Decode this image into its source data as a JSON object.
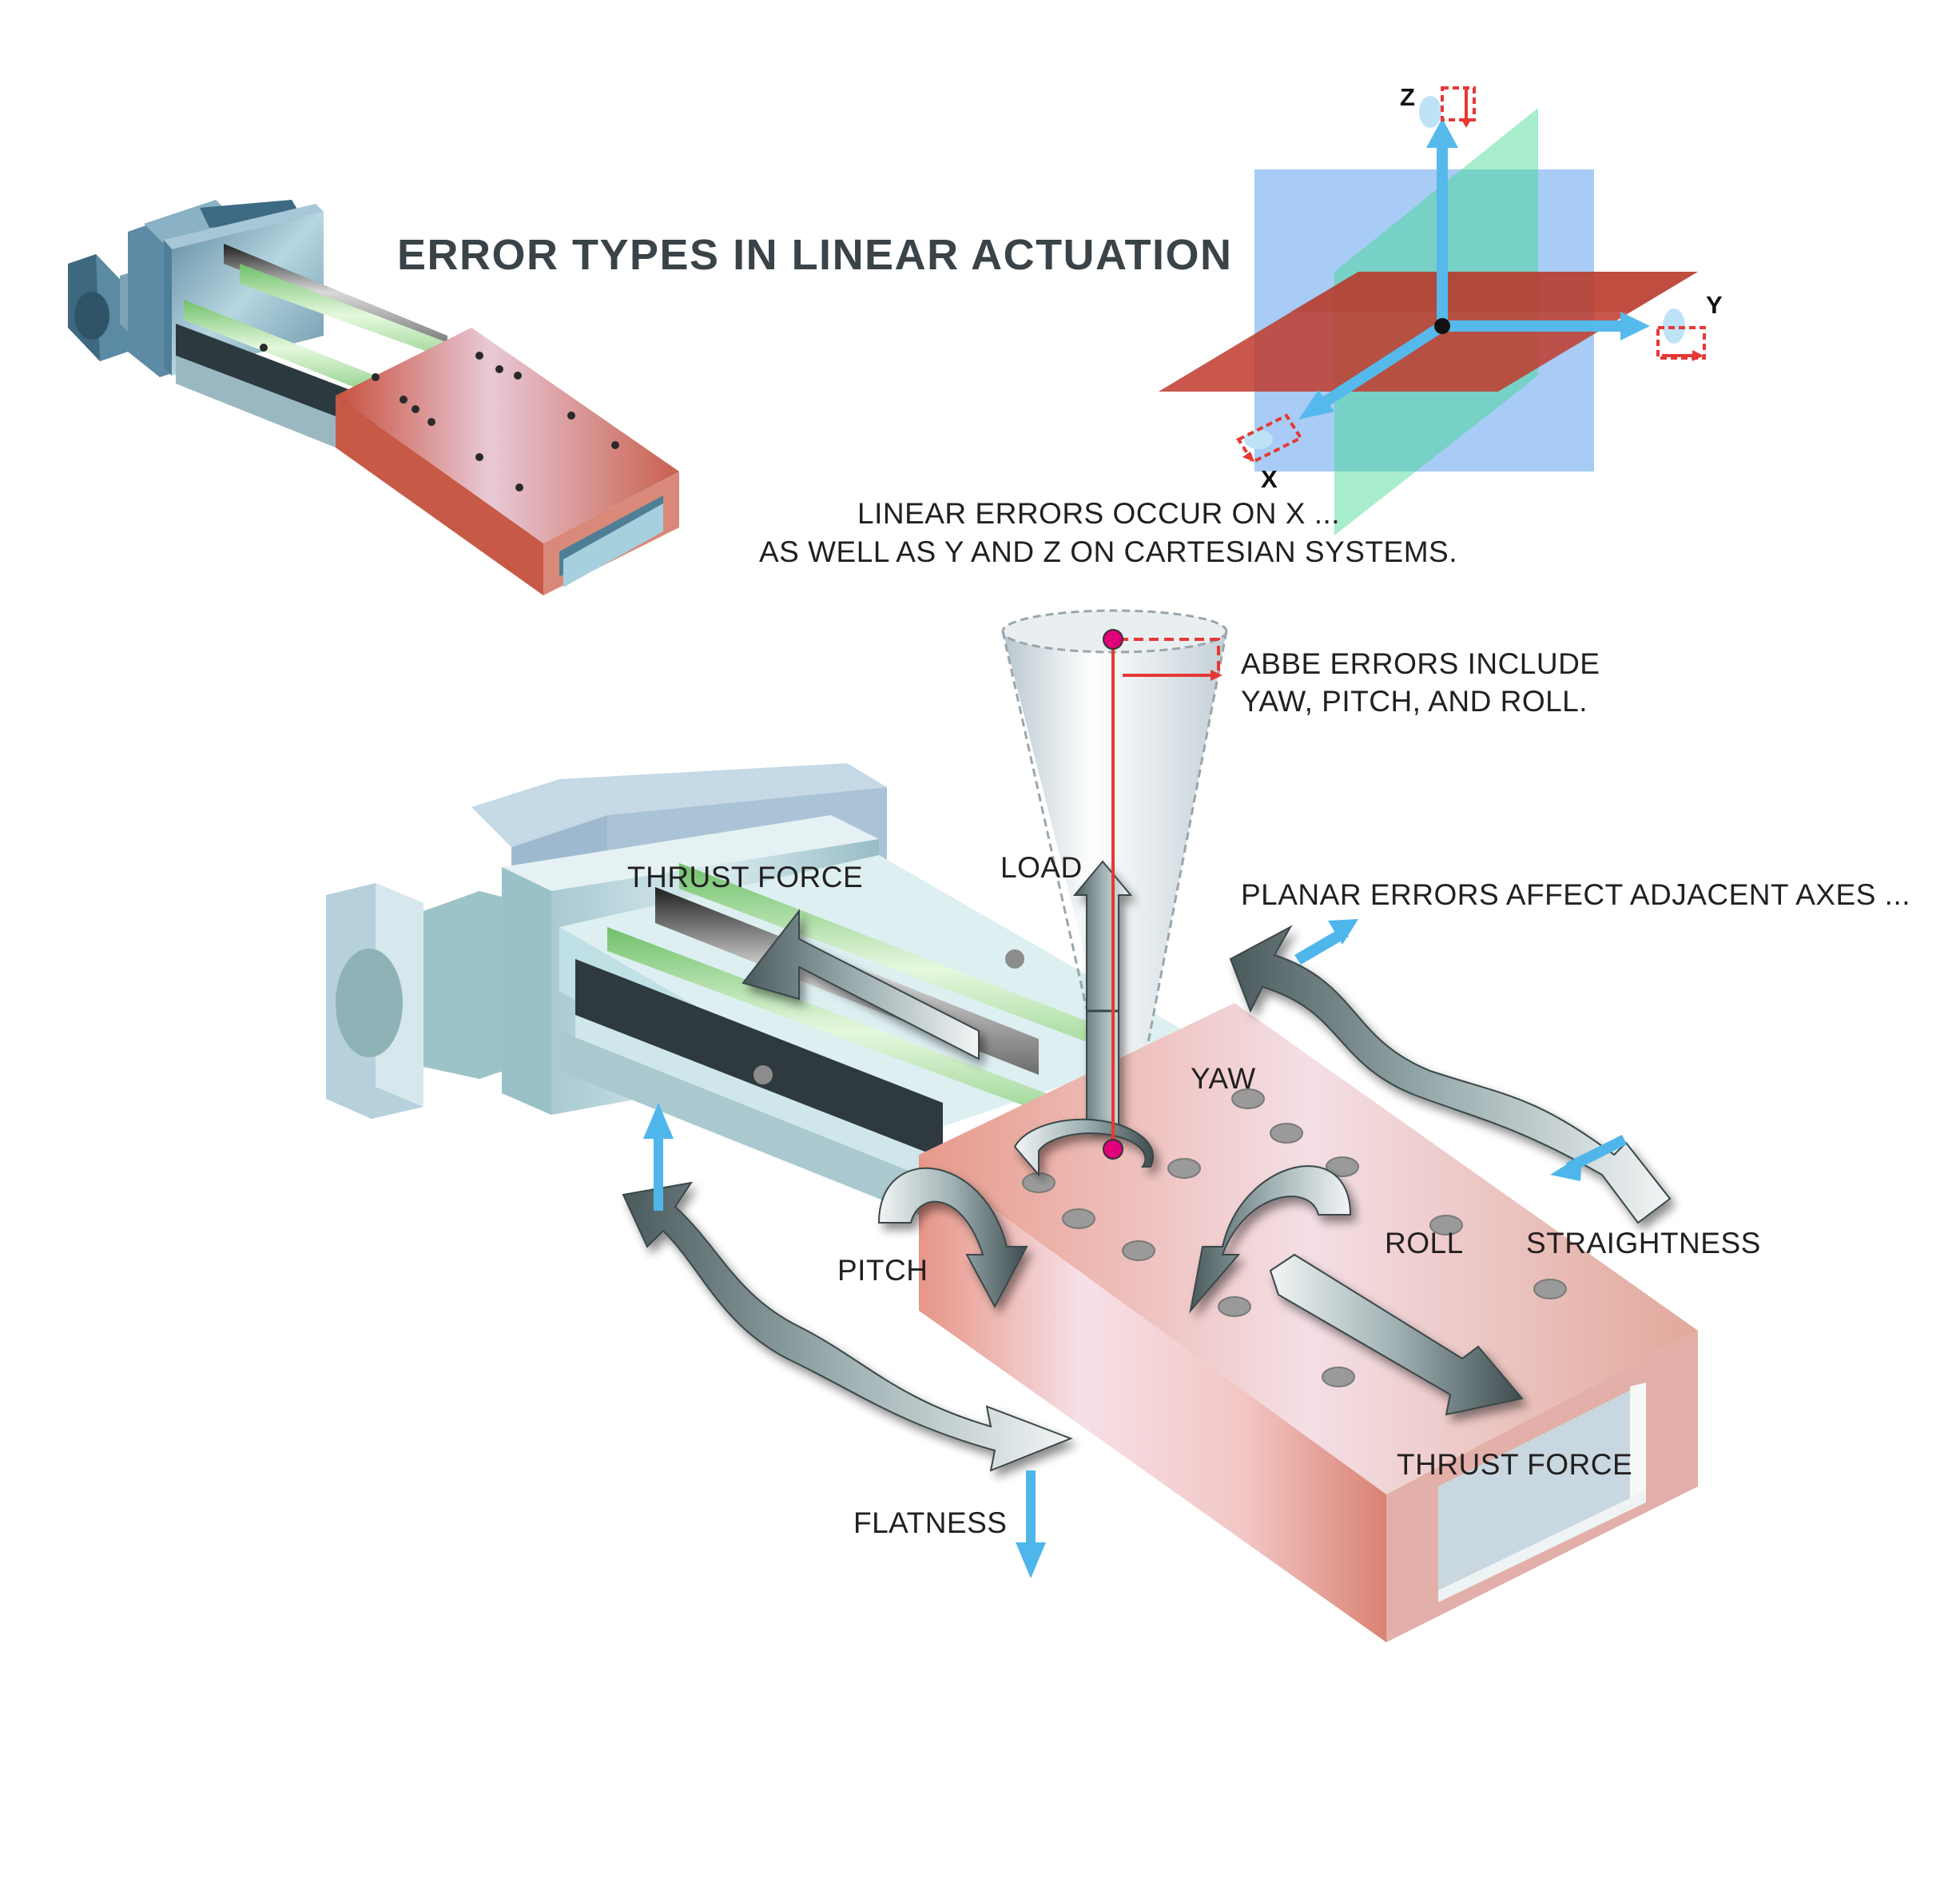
{
  "title": "ERROR TYPES IN LINEAR ACTUATION",
  "axes": {
    "z": "Z",
    "y": "Y",
    "x": "X"
  },
  "notes": {
    "linear_line1": "LINEAR ERRORS OCCUR ON X ...",
    "linear_line2": "AS WELL AS Y AND Z ON CARTESIAN SYSTEMS.",
    "abbe_line1": "ABBE ERRORS INCLUDE",
    "abbe_line2": "YAW, PITCH, AND ROLL.",
    "planar": "PLANAR ERRORS AFFECT ADJACENT AXES ..."
  },
  "labels": {
    "thrust_force_top": "THRUST FORCE",
    "load": "LOAD",
    "yaw": "YAW",
    "pitch": "PITCH",
    "roll": "ROLL",
    "straightness": "STRAIGHTNESS",
    "flatness": "FLATNESS",
    "thrust_force_bottom": "THRUST FORCE"
  },
  "colors": {
    "carriage": "#e8a597",
    "carriage_dark": "#c96b5a",
    "frame": "#b9d6dd",
    "frame_dark": "#7fa7b3",
    "plane_xy": "#c0392b",
    "plane_xz": "#3d8fe8",
    "plane_yz": "#3fd68f",
    "axis_arrow": "#4fb6ec",
    "error_marker": "#e53935",
    "load_point": "#e0007a",
    "text": "#231f20"
  }
}
